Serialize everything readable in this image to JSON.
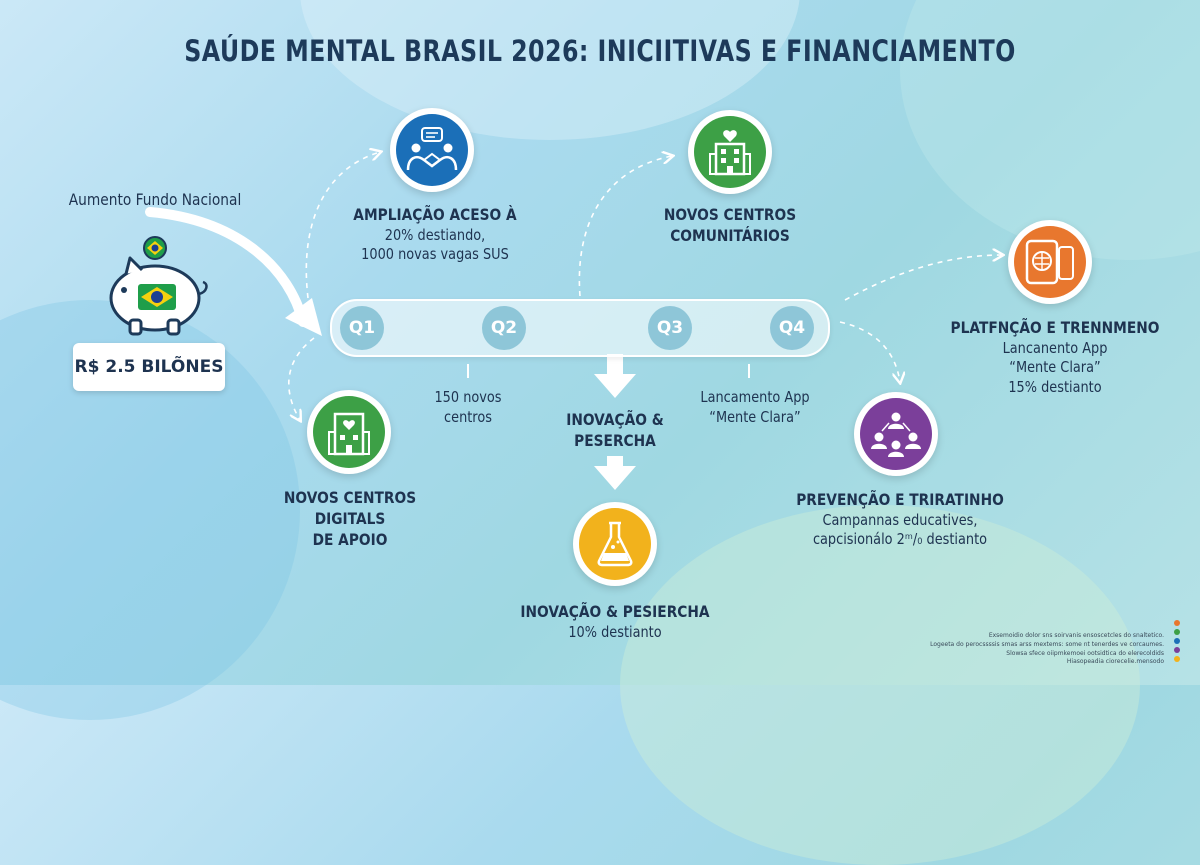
{
  "title": "SAÚDE MENTAL BRASIL 2026: INICIITIVAS E FINANCIAMENTO",
  "fund": {
    "label": "Aumento Fundo Nacional",
    "amount": "R$ 2.5 BILÕNES"
  },
  "timeline": {
    "quarters": [
      "Q1",
      "Q2",
      "Q3",
      "Q4"
    ]
  },
  "initiatives": {
    "access": {
      "head": "AMPLIAÇÃO ACESO À",
      "line1": "20% destiando,",
      "line2": "1000 novas vagas SUS",
      "icon": "counseling-icon",
      "color": "#1b6fb8"
    },
    "community": {
      "head1": "NOVOS CENTROS",
      "head2": "COMUNITÁRIOS",
      "icon": "hospital-icon",
      "color": "#3da046"
    },
    "platform": {
      "head": "PLATFNÇÃO E TRENNMENO",
      "line1": "Lancanento App",
      "line2": "“Mente Clara”",
      "line3": "15% destianto",
      "icon": "mobile-brain-icon",
      "color": "#e8772e"
    },
    "digital": {
      "head1": "NOVOS CENTROS",
      "head2": "DIGITALS",
      "head3": "DE APOIO",
      "icon": "hospital-icon",
      "color": "#3da046"
    },
    "prevention": {
      "head": "PREVENÇÃO E TRIRATINHO",
      "line1": "Campannas educatives,",
      "line2": "capcisionálo 2ᵐ/₀ destianto",
      "icon": "people-network-icon",
      "color": "#7b3f9a"
    },
    "innovation": {
      "head": "INOVAÇÃO & PESIERCHA",
      "line1": "10% destianto",
      "icon": "flask-icon",
      "color": "#f2b21c"
    }
  },
  "timeline_notes": {
    "q2": {
      "line1": "150 novos",
      "line2": "centros"
    },
    "center": {
      "line1": "INOVAÇÃO &",
      "line2": "PESERCHA"
    },
    "q4": {
      "line1": "Lancamento App",
      "line2": "“Mente Clara”"
    }
  },
  "footnote": {
    "line1": "Exsemoidio dolor sns soirvanis ensoscetcles do snaltetico.",
    "line2": "Logeeta do perocssssis smas arss mextems: some nt tenerdes ve corcaumes.",
    "line3": "Slowsa sfece oiipmkemoei ootsidtica do elerecoldids",
    "line4": "Hiasopeadia ciorecelie.mensodo"
  },
  "accent_dots": [
    "#e8772e",
    "#3da046",
    "#1b6fb8",
    "#7b3f9a",
    "#f2b21c"
  ]
}
